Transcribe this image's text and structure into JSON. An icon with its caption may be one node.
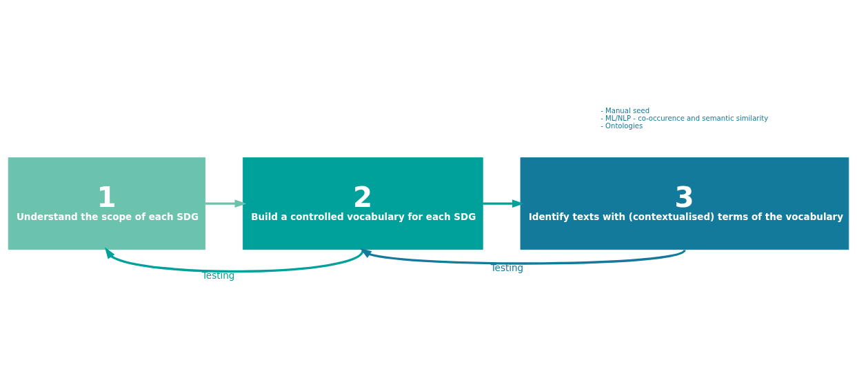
{
  "diagram": {
    "nodes": [
      {
        "text": [
          "1",
          "Understand the scope of each SDG"
        ]
      },
      {
        "text": [
          "2",
          "Build a controlled vocabulary for each SDG"
        ],
        "beside": [
          "- Manual seed",
          "- ML/NLP - co-occurence and semantic similarity",
          "- Ontologies"
        ]
      },
      {
        "text": [
          "3",
          "Identify texts with (contextualised) terms of the vocabulary"
        ]
      }
    ],
    "edges": [
      {
        "from": 0,
        "to": 1,
        "arrow": "to",
        "color": "#6cc3ad"
      },
      {
        "from": 1,
        "to": 2,
        "arrow": "to",
        "color": "#00a19a"
      },
      {
        "from": 1,
        "to": 0,
        "arrow": "to",
        "label": "Testing",
        "color": "#00a19a"
      },
      {
        "from": 2,
        "to": 1,
        "arrow": "to",
        "label": "Testing",
        "color": "#137a9c"
      }
    ]
  }
}
